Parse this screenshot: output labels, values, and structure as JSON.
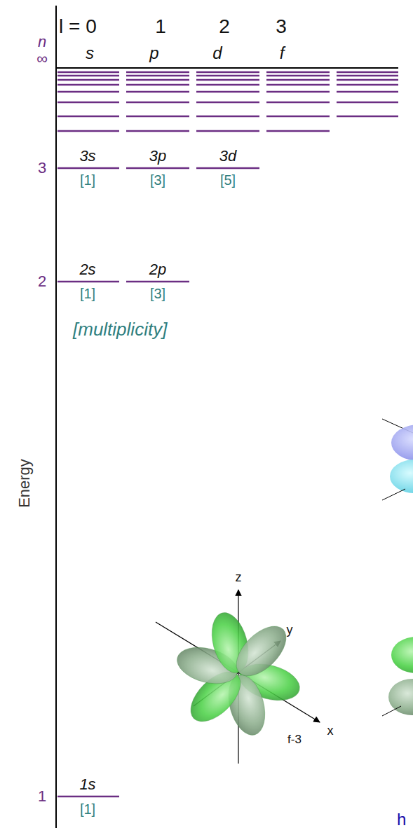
{
  "diagram": {
    "labels": [
      "l = 0",
      "1",
      "2",
      "3",
      "n",
      "∞",
      "s",
      "p",
      "d",
      "f",
      "3",
      "3s",
      "3p",
      "3d",
      "[1]",
      "[3]",
      "[5]",
      "2",
      "2s",
      "2p",
      "[1]",
      "[3]",
      "[multiplicity]",
      "Energy",
      "z",
      "y",
      "x",
      "f-3",
      "1",
      "1s",
      "[1]",
      "h"
    ]
  }
}
